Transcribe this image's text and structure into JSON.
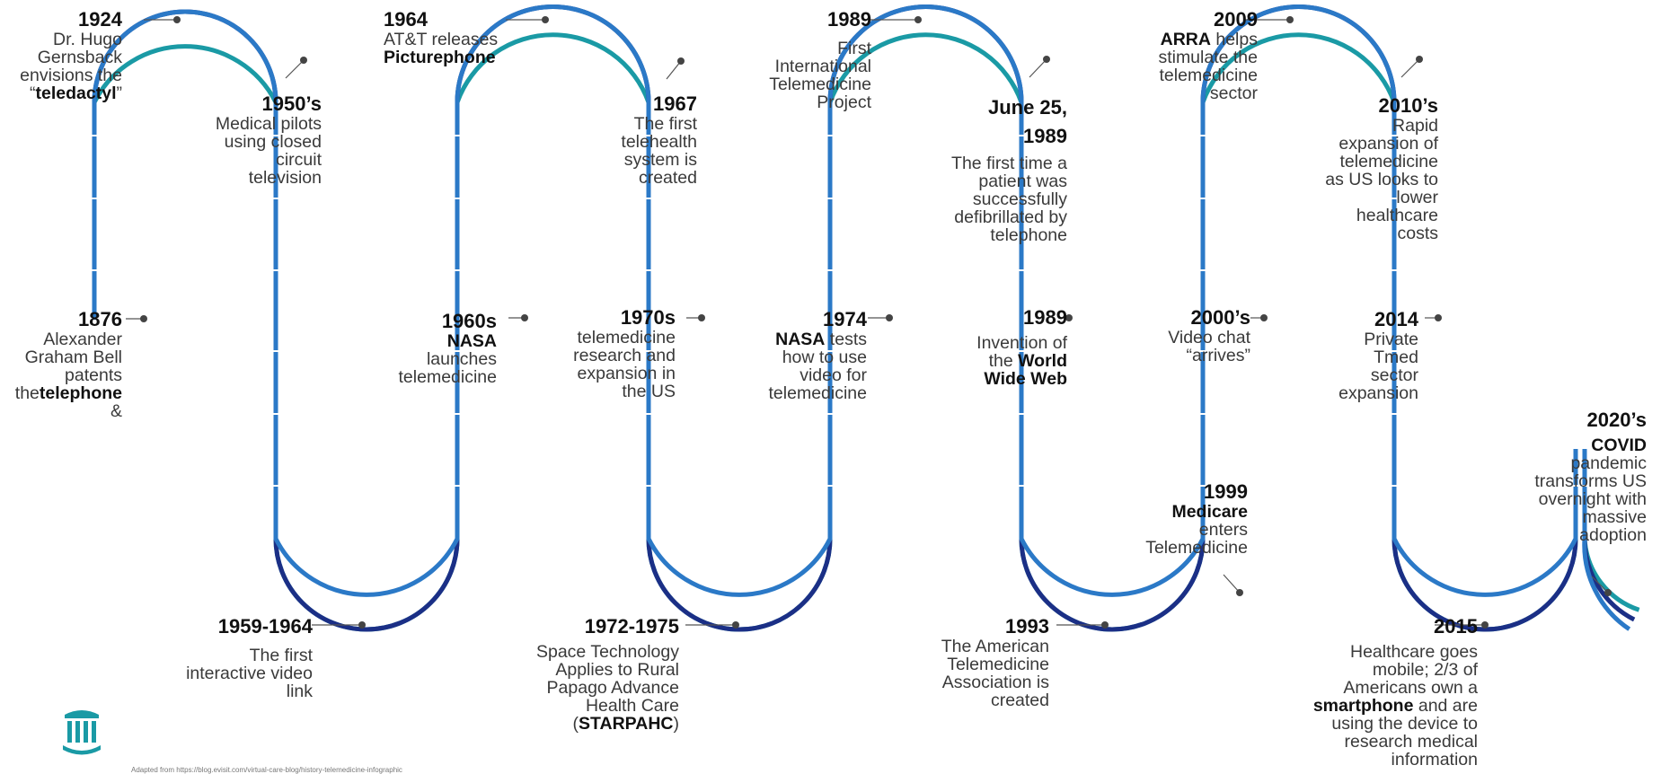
{
  "colors": {
    "teal": "#1a9aa5",
    "navy": "#1b2f86",
    "blue": "#2b79c7",
    "bg": "#ffffff"
  },
  "logo_icon": "building-columns-icon",
  "footnote": "Adapted from https://blog.evisit.com/virtual-care-blog/history-telemedicine-infographic",
  "events": [
    {
      "id": "1876",
      "year": "1876",
      "pre": "Alexander\nGraham Bell\npatents the",
      "bold": "telephone",
      "post": " &"
    },
    {
      "id": "1924",
      "year": "1924",
      "pre": "Dr. Hugo\nGernsback\nenvisions the\n“",
      "bold": "teledactyl",
      "post": "”"
    },
    {
      "id": "1950s",
      "year": "1950’s",
      "pre": "Medical pilots\nusing closed\ncircuit\ntelevision",
      "bold": "",
      "post": ""
    },
    {
      "id": "1959",
      "year": "1959-1964",
      "pre": "The first\ninteractive video\nlink",
      "bold": "",
      "post": ""
    },
    {
      "id": "1960s",
      "year": "1960s",
      "pre": "",
      "bold": "NASA",
      "post": "\nlaunches\ntelemedicine"
    },
    {
      "id": "1964",
      "year": "1964",
      "pre": "AT&T releases\n",
      "bold": "Picturephone",
      "post": ""
    },
    {
      "id": "1967",
      "year": "1967",
      "pre": "The first\ntelehealth\nsystem is\ncreated",
      "bold": "",
      "post": ""
    },
    {
      "id": "1970s",
      "year": "1970s",
      "pre": "telemedicine\nresearch and\nexpansion in\nthe US",
      "bold": "",
      "post": ""
    },
    {
      "id": "1972",
      "year": "1972-1975",
      "pre": "Space Technology\nApplies to Rural\nPapago Advance\nHealth Care\n(",
      "bold": "STARPAHC",
      "post": ")"
    },
    {
      "id": "1974",
      "year": "1974",
      "pre": "",
      "bold": "NASA",
      "post": " tests\nhow to use\nvideo  for\ntelemedicine"
    },
    {
      "id": "1989a",
      "year": "1989",
      "pre": "First\nInternational\nTelemedicine\nProject",
      "bold": "",
      "post": ""
    },
    {
      "id": "1989b",
      "year": "June 25,\n1989",
      "pre": "The first time a\npatient was\nsuccessfully\ndefibrillated by\ntelephone",
      "bold": "",
      "post": ""
    },
    {
      "id": "1989c",
      "year": "1989",
      "pre": "Invention of\nthe ",
      "bold": "World\nWide Web",
      "post": ""
    },
    {
      "id": "1993",
      "year": "1993",
      "pre": "The American\nTelemedicine\nAssociation is\ncreated",
      "bold": "",
      "post": ""
    },
    {
      "id": "1999",
      "year": "1999",
      "pre": "",
      "bold": "Medicare",
      "post": "\nenters\nTelemedicine"
    },
    {
      "id": "2000s",
      "year": "2000’s",
      "pre": "Video chat\n“arrives”",
      "bold": "",
      "post": ""
    },
    {
      "id": "2009",
      "year": "2009",
      "pre": "",
      "bold": "ARRA",
      "post": " helps\nstimulate the\ntelemedicine\nsector"
    },
    {
      "id": "2010s",
      "year": "2010’s",
      "pre": "Rapid\nexpansion of\ntelemedicine\nas US looks to\nlower\nhealthcare\ncosts",
      "bold": "",
      "post": ""
    },
    {
      "id": "2014",
      "year": "2014",
      "pre": "Private\nTmed\nsector\nexpansion",
      "bold": "",
      "post": ""
    },
    {
      "id": "2015",
      "year": "2015",
      "pre": "Healthcare goes\nmobile; 2/3 of\nAmericans own a\n",
      "bold": "smartphone",
      "post": " and are\nusing the device to\nresearch medical\ninformation"
    },
    {
      "id": "2020s",
      "year": "2020’s",
      "pre": "",
      "bold": "COVID",
      "post": "\npandemic\ntransforms US\novernight with\nmassive\nadoption"
    }
  ]
}
